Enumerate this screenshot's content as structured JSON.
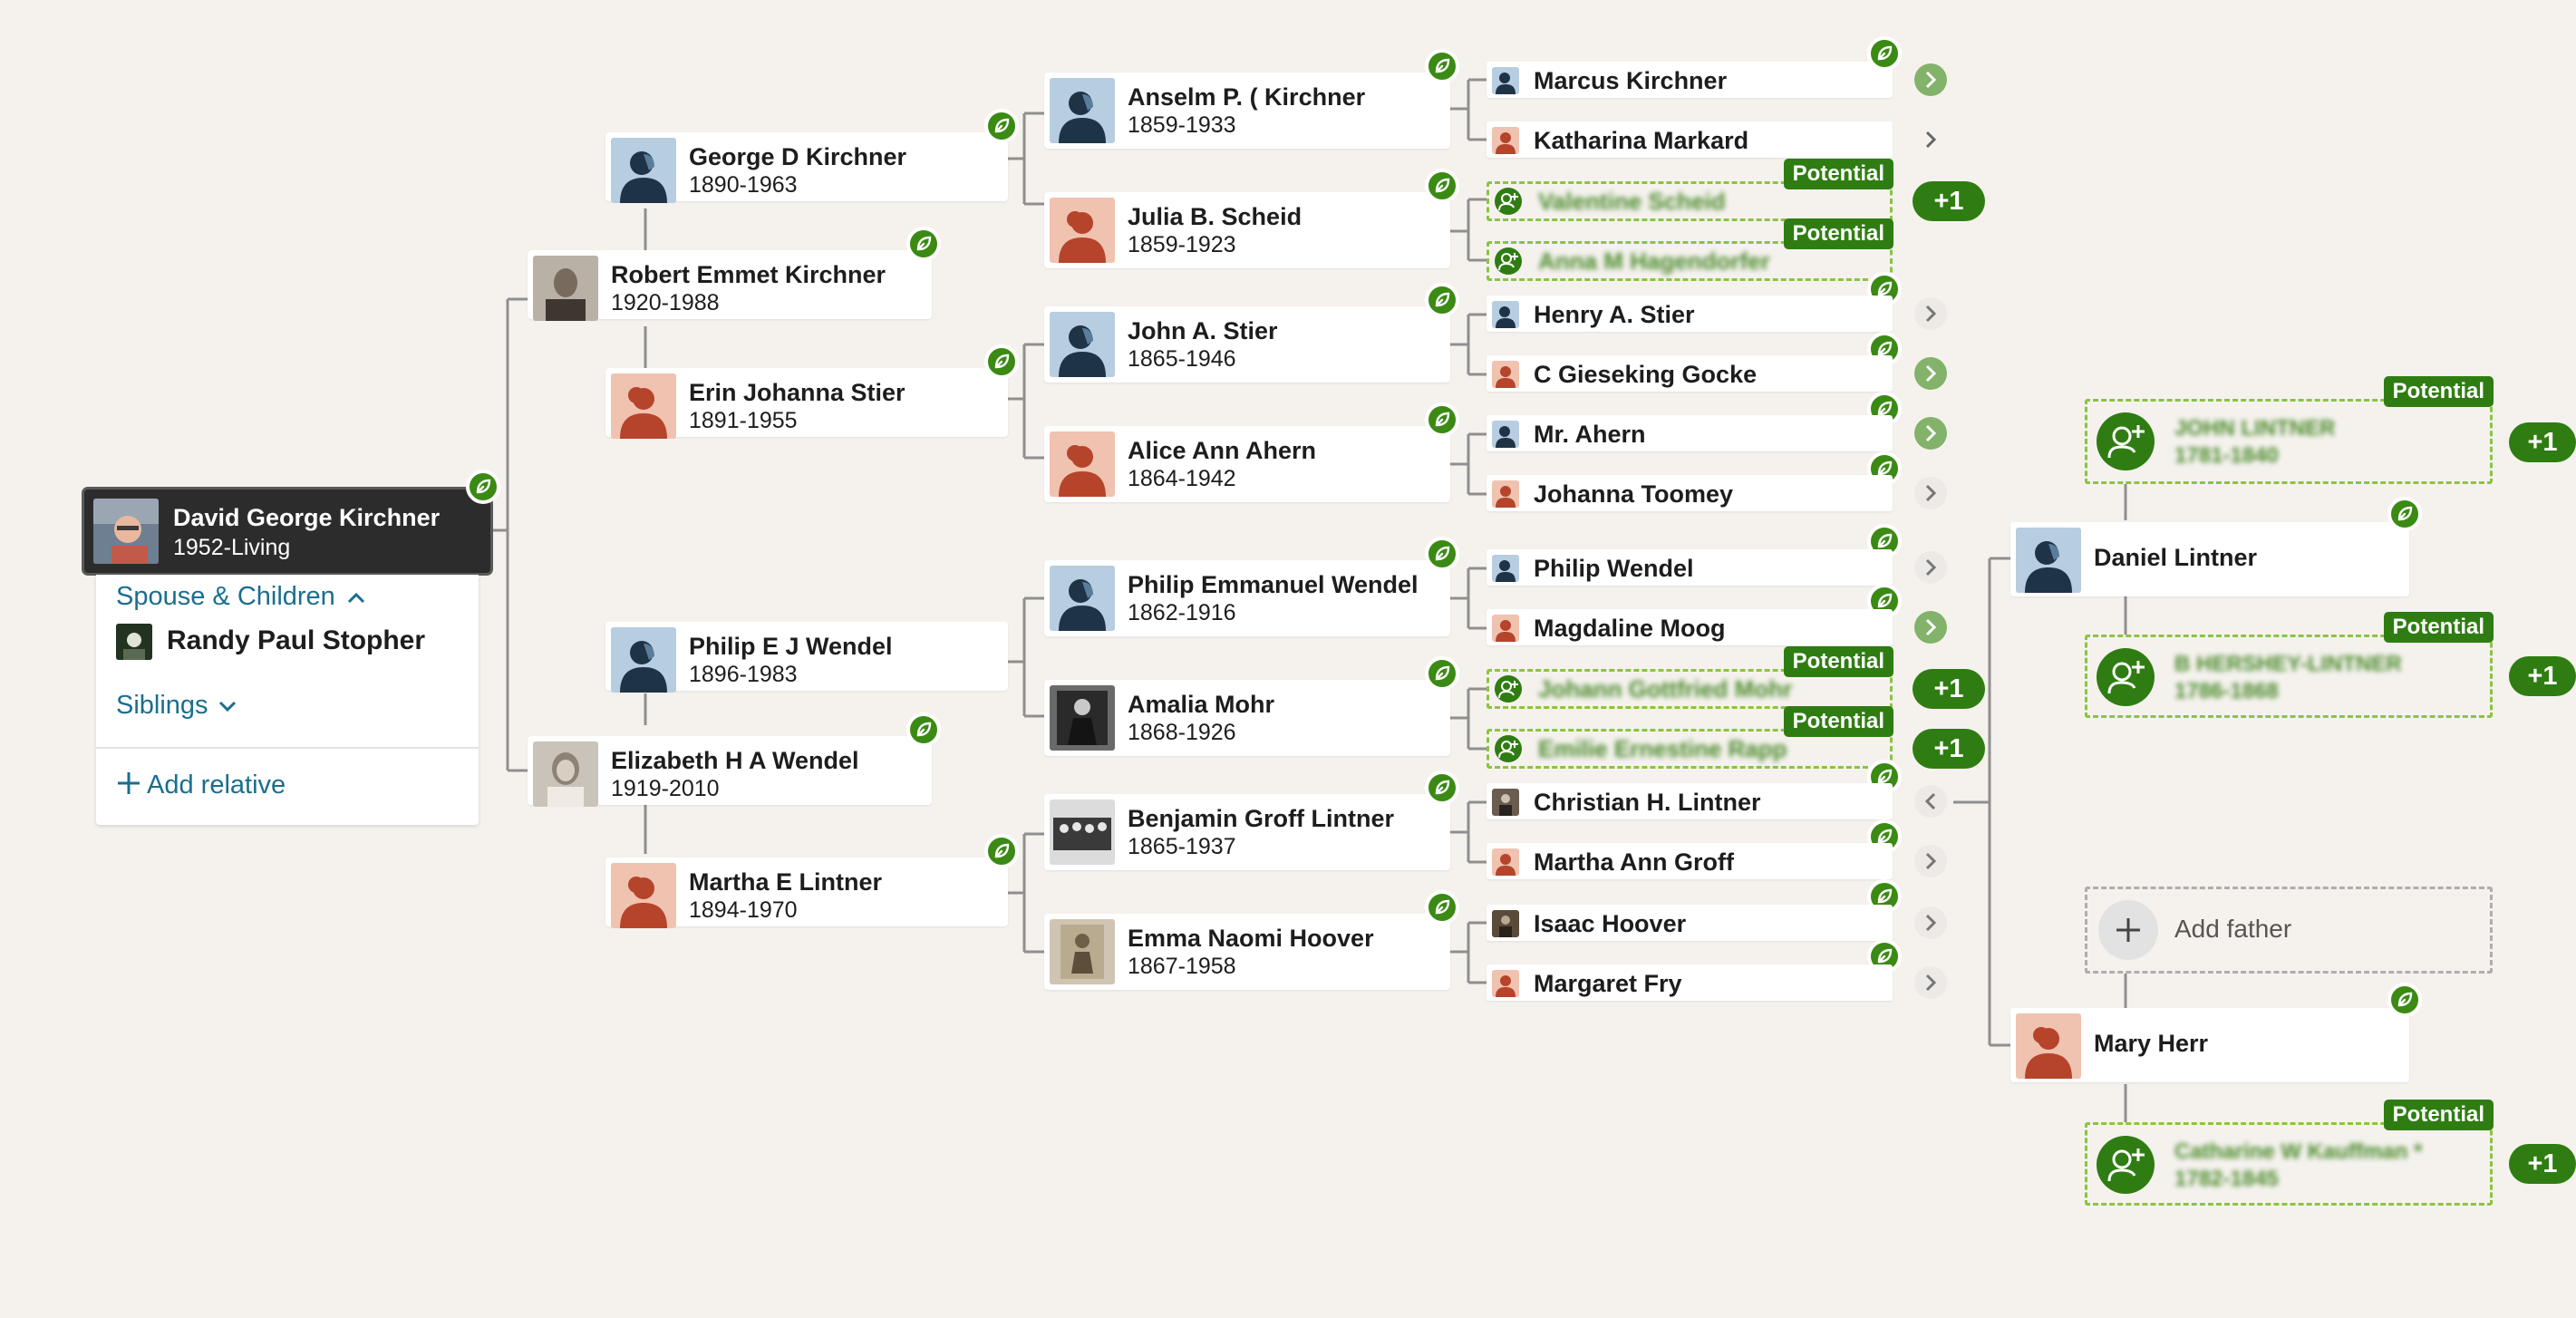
{
  "root": {
    "name": "David George Kirchner",
    "dates": "1952-Living"
  },
  "panel": {
    "spouse_children_label": "Spouse & Children",
    "spouse_name": "Randy Paul Stopher",
    "siblings_label": "Siblings",
    "add_relative_label": "Add relative"
  },
  "parents": {
    "father": {
      "name": "Robert Emmet Kirchner",
      "dates": "1920-1988"
    },
    "mother": {
      "name": "Elizabeth H A Wendel",
      "dates": "1919-2010"
    }
  },
  "grandparents": [
    {
      "name": "George D Kirchner",
      "dates": "1890-1963"
    },
    {
      "name": "Erin Johanna Stier",
      "dates": "1891-1955"
    },
    {
      "name": "Philip E J Wendel",
      "dates": "1896-1983"
    },
    {
      "name": "Martha E Lintner",
      "dates": "1894-1970"
    }
  ],
  "great_grandparents": [
    {
      "name": "Anselm P. ( Kirchner",
      "dates": "1859-1933"
    },
    {
      "name": "Julia B. Scheid",
      "dates": "1859-1923"
    },
    {
      "name": "John A. Stier",
      "dates": "1865-1946"
    },
    {
      "name": "Alice Ann Ahern",
      "dates": "1864-1942"
    },
    {
      "name": "Philip Emmanuel Wendel",
      "dates": "1862-1916"
    },
    {
      "name": "Amalia Mohr",
      "dates": "1868-1926"
    },
    {
      "name": "Benjamin Groff Lintner",
      "dates": "1865-1937"
    },
    {
      "name": "Emma Naomi Hoover",
      "dates": "1867-1958"
    }
  ],
  "gen4": [
    {
      "name": "Marcus Kirchner"
    },
    {
      "name": "Katharina Markard"
    },
    {
      "name": "Valentine Scheid"
    },
    {
      "name": "Anna M Hagendorfer"
    },
    {
      "name": "Henry A. Stier"
    },
    {
      "name": "C Gieseking Gocke"
    },
    {
      "name": "Mr. Ahern"
    },
    {
      "name": "Johanna Toomey"
    },
    {
      "name": "Philip Wendel"
    },
    {
      "name": "Magdaline Moog"
    },
    {
      "name": "Johann Gottfried Mohr"
    },
    {
      "name": "Emilie Ernestine Rapp"
    },
    {
      "name": "Christian H. Lintner"
    },
    {
      "name": "Martha Ann Groff"
    },
    {
      "name": "Isaac Hoover"
    },
    {
      "name": "Margaret Fry"
    }
  ],
  "gen5": {
    "daniel": {
      "name": "Daniel Lintner"
    },
    "mary": {
      "name": "Mary Herr"
    },
    "add_father_label": "Add father",
    "potentials": [
      {
        "name": "JOHN LINTNER",
        "dates": "1781-1840"
      },
      {
        "name": "B HERSHEY-LINTNER",
        "dates": "1786-1868"
      },
      {
        "name": "Catharine W Kauffman *",
        "dates": "1782-1845"
      }
    ]
  },
  "labels": {
    "potential": "Potential",
    "plus_one": "+1"
  },
  "colors": {
    "background": "#f5f2ee",
    "accent_green": "#2f7d12",
    "potential_border": "#8ac440",
    "link_blue": "#1a6e8e",
    "root_bg": "#2c2c2c"
  }
}
